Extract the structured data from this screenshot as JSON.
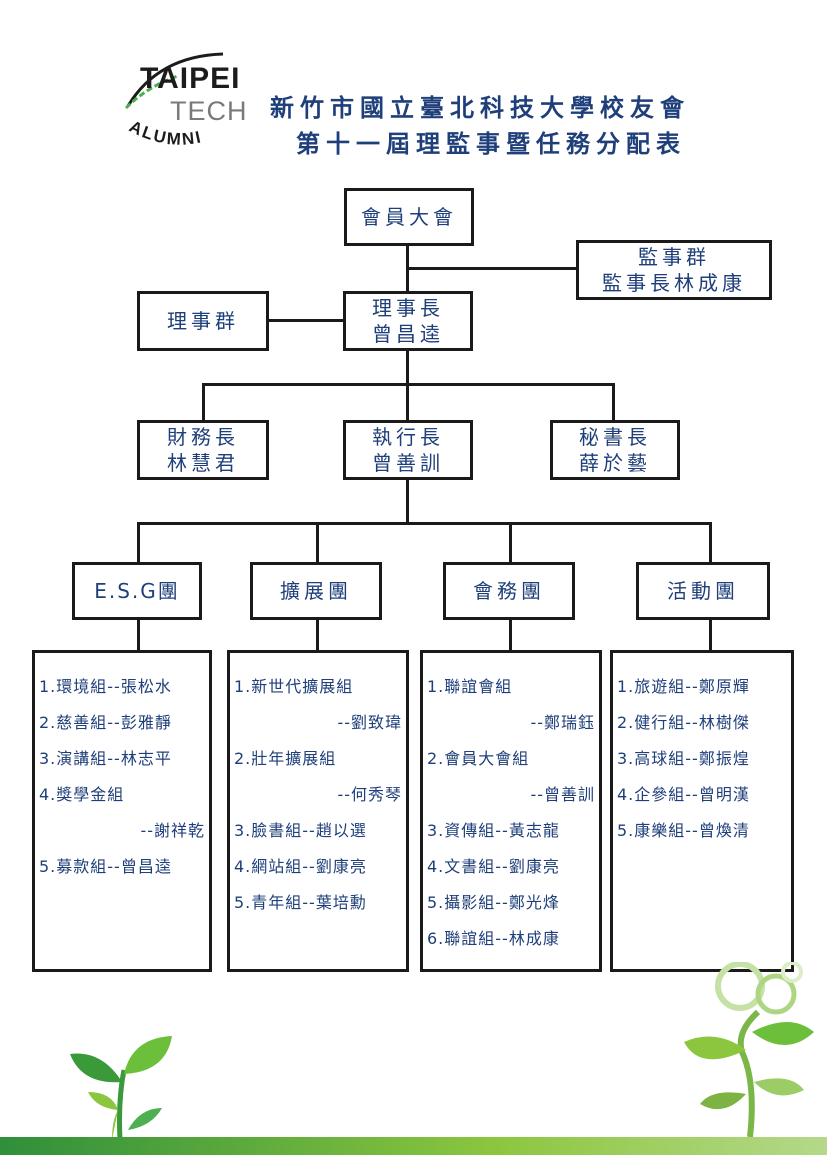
{
  "logo": {
    "line1": "TAIPEI",
    "line2": "TECH",
    "line3": "ALUMNI"
  },
  "title": {
    "line1": "新竹市國立臺北科技大學校友會",
    "line2": "第十一屆理監事暨任務分配表"
  },
  "nodes": {
    "assembly": [
      "會員大會"
    ],
    "supervisors": [
      "監事群",
      "監事長林成康"
    ],
    "directors": [
      "理事群"
    ],
    "chairman": [
      "理事長",
      "曾昌逵"
    ],
    "finance": [
      "財務長",
      "林慧君"
    ],
    "executive": [
      "執行長",
      "曾善訓"
    ],
    "secretary": [
      "秘書長",
      "薛於藝"
    ]
  },
  "groups": [
    {
      "name": "E.S.G團",
      "items": [
        {
          "text": "1.環境組--張松水",
          "indent": false
        },
        {
          "text": "2.慈善組--彭雅靜",
          "indent": false
        },
        {
          "text": "3.演講組--林志平",
          "indent": false
        },
        {
          "text": "4.獎學金組",
          "indent": false
        },
        {
          "text": "--謝祥乾",
          "indent": true
        },
        {
          "text": "5.募款組--曾昌逵",
          "indent": false
        }
      ]
    },
    {
      "name": "擴展團",
      "items": [
        {
          "text": "1.新世代擴展組",
          "indent": false
        },
        {
          "text": "--劉致瑋",
          "indent": true
        },
        {
          "text": "2.壯年擴展組",
          "indent": false
        },
        {
          "text": "--何秀琴",
          "indent": true
        },
        {
          "text": "3.臉書組--趙以選",
          "indent": false
        },
        {
          "text": "4.網站組--劉康亮",
          "indent": false
        },
        {
          "text": "5.青年組--葉培勳",
          "indent": false
        }
      ]
    },
    {
      "name": "會務團",
      "items": [
        {
          "text": "1.聯誼會組",
          "indent": false
        },
        {
          "text": "--鄭瑞鈺",
          "indent": true
        },
        {
          "text": "2.會員大會組",
          "indent": false
        },
        {
          "text": "--曾善訓",
          "indent": true
        },
        {
          "text": "3.資傳組--黃志龍",
          "indent": false
        },
        {
          "text": "4.文書組--劉康亮",
          "indent": false
        },
        {
          "text": "5.攝影組--鄭光烽",
          "indent": false
        },
        {
          "text": "6.聯誼組--林成康",
          "indent": false
        }
      ]
    },
    {
      "name": "活動團",
      "items": [
        {
          "text": "1.旅遊組--鄭原輝",
          "indent": false
        },
        {
          "text": "2.健行組--林樹傑",
          "indent": false
        },
        {
          "text": "3.高球組--鄭振煌",
          "indent": false
        },
        {
          "text": "4.企參組--曾明漢",
          "indent": false
        },
        {
          "text": "5.康樂組--曾煥清",
          "indent": false
        }
      ]
    }
  ],
  "colors": {
    "text": "#1f3f7a",
    "border": "#1a1a1a",
    "leaf_dark": "#3a9a3a",
    "leaf_light": "#8cc63f"
  }
}
